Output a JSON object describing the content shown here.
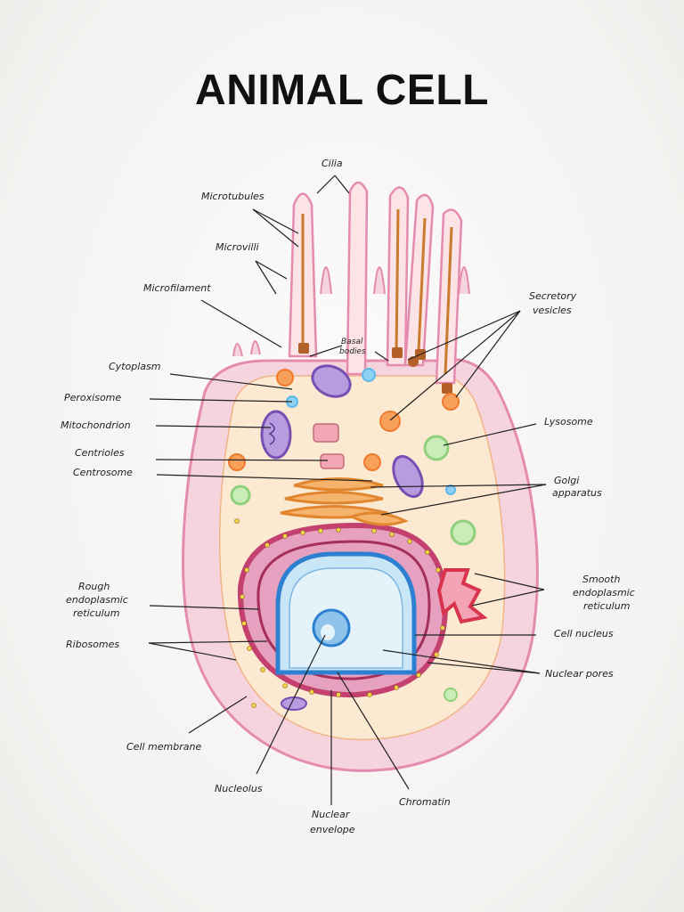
{
  "title": "ANIMAL CELL",
  "labels": {
    "cilia": "Cilia",
    "microtubules": "Microtubules",
    "microvilli": "Microvilli",
    "microfilament": "Microfilament",
    "basal_bodies_1": "Basal",
    "basal_bodies_2": "bodies",
    "cytoplasm": "Cytoplasm",
    "peroxisome": "Peroxisome",
    "mitochondrion": "Mitochondrion",
    "centrioles": "Centrioles",
    "centrosome": "Centrosome",
    "rough_er_1": "Rough",
    "rough_er_2": "endoplasmic",
    "rough_er_3": "reticulum",
    "ribosomes": "Ribosomes",
    "cell_membrane": "Cell membrane",
    "nucleolus": "Nucleolus",
    "nuclear_envelope_1": "Nuclear",
    "nuclear_envelope_2": "envelope",
    "chromatin": "Chromatin",
    "nuclear_pores": "Nuclear pores",
    "cell_nucleus": "Cell nucleus",
    "smooth_er_1": "Smooth",
    "smooth_er_2": "endoplasmic",
    "smooth_er_3": "reticulum",
    "golgi_1": "Golgi",
    "golgi_2": "apparatus",
    "lysosome": "Lysosome",
    "secretory_1": "Secretory",
    "secretory_2": "vesicles"
  },
  "colors": {
    "membrane": "#e58bb0",
    "cytoplasm": "#fbe9d2",
    "rough_er": "#c4416f",
    "smooth_er": "#d8344e",
    "nucleus": "#bfe0f3",
    "nuclear_envelope": "#2d7fcf",
    "mitochondrion": "#7a4fb3",
    "golgi": "#e0862e",
    "lysosome": "#8fd07a",
    "vesicle": "#f07b2d",
    "peroxisome": "#5fb8e8"
  }
}
